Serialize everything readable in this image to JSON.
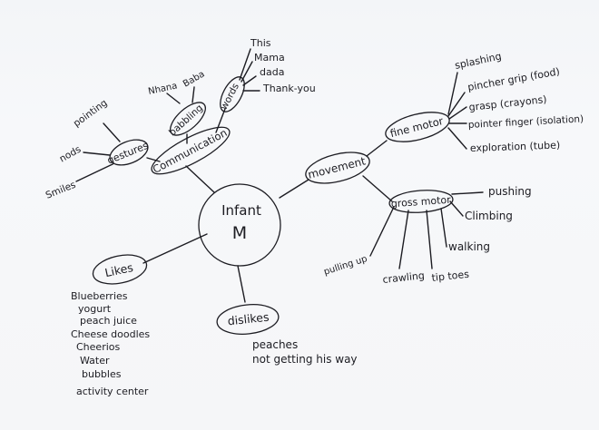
{
  "center": {
    "line1": "Infant",
    "line2": "M"
  },
  "branches": {
    "communication": "Communication",
    "gestures": "gestures",
    "babbling": "babbling",
    "words": "words",
    "movement": "movement",
    "fine_motor": "fine motor",
    "gross_motor": "gross motor",
    "likes": "Likes",
    "dislikes": "dislikes"
  },
  "gestures_items": [
    "nods",
    "pointing",
    "Smiles"
  ],
  "babbling_items": [
    "Nhana",
    "Baba"
  ],
  "words_items": [
    "This",
    "Mama",
    "dada",
    "Thank-you"
  ],
  "fine_motor_items": [
    "splashing",
    "pincher grip (food)",
    "grasp (crayons)",
    "pointer finger (isolation)",
    "exploration (tube)"
  ],
  "gross_motor_items": [
    "pushing",
    "Climbing",
    "walking",
    "tip toes",
    "crawling",
    "pulling up"
  ],
  "likes_items": [
    "Blueberries",
    "yogurt",
    "peach juice",
    "Cheese doodles",
    "Cheerios",
    "Water",
    "bubbles",
    "activity center"
  ],
  "dislikes_items": [
    "peaches",
    "not getting his way"
  ]
}
